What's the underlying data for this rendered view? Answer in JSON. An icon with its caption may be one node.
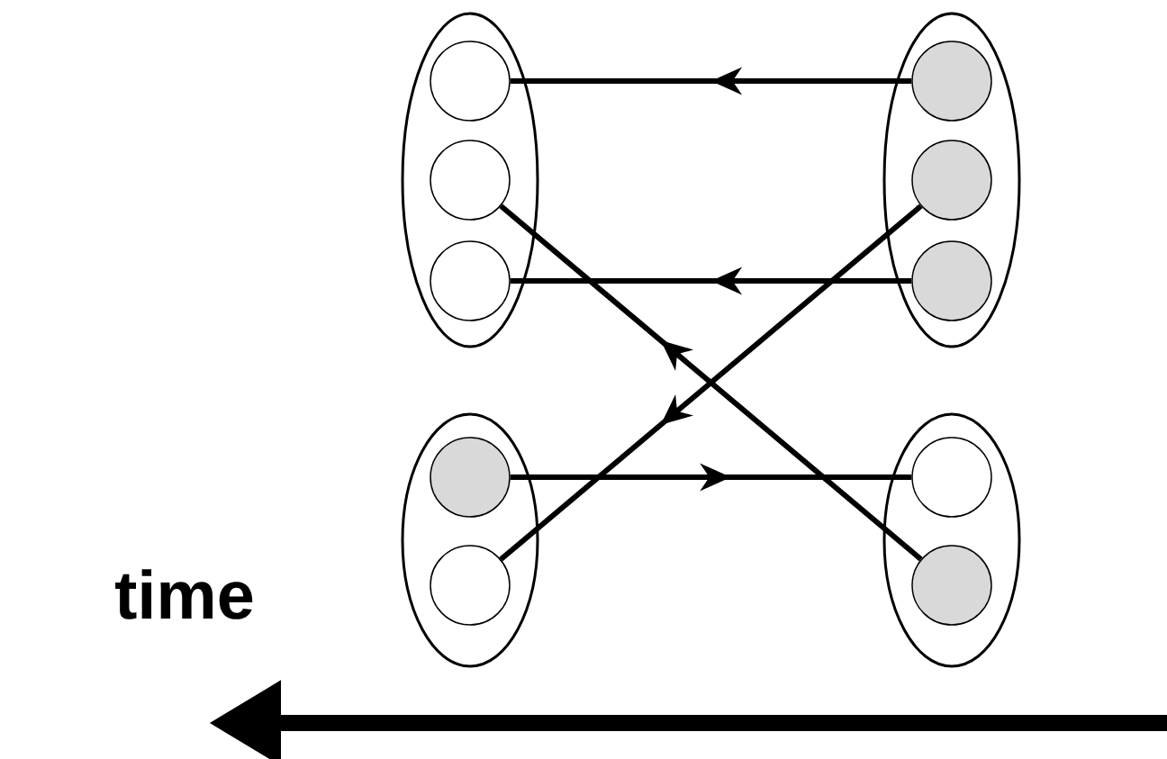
{
  "diagram": {
    "nodes": [
      {
        "text": [],
        "shape": "ellipse"
      },
      {
        "text": [],
        "shape": "circle",
        "in": 0
      },
      {
        "text": [],
        "shape": "circle",
        "in": 0
      },
      {
        "text": [],
        "shape": "circle",
        "in": 0
      },
      {
        "text": [],
        "shape": "ellipse"
      },
      {
        "text": [],
        "shape": "circle",
        "in": 4
      },
      {
        "text": [],
        "shape": "circle",
        "in": 4
      },
      {
        "text": [],
        "shape": "circle",
        "in": 4
      },
      {
        "text": [],
        "shape": "ellipse"
      },
      {
        "text": [],
        "shape": "circle",
        "in": 8
      },
      {
        "text": [],
        "shape": "circle",
        "in": 8
      },
      {
        "text": [],
        "shape": "ellipse"
      },
      {
        "text": [],
        "shape": "circle",
        "in": 11
      },
      {
        "text": [],
        "shape": "circle",
        "in": 11
      }
    ],
    "edges": [
      {
        "from": 5,
        "to": 1,
        "arrow": "to"
      },
      {
        "from": 7,
        "to": 3,
        "arrow": "to"
      },
      {
        "from": 13,
        "to": 2,
        "arrow": "to"
      },
      {
        "from": 6,
        "to": 10,
        "arrow": "to"
      },
      {
        "from": 9,
        "to": 12,
        "arrow": "to"
      }
    ],
    "labels": [
      "time"
    ]
  }
}
